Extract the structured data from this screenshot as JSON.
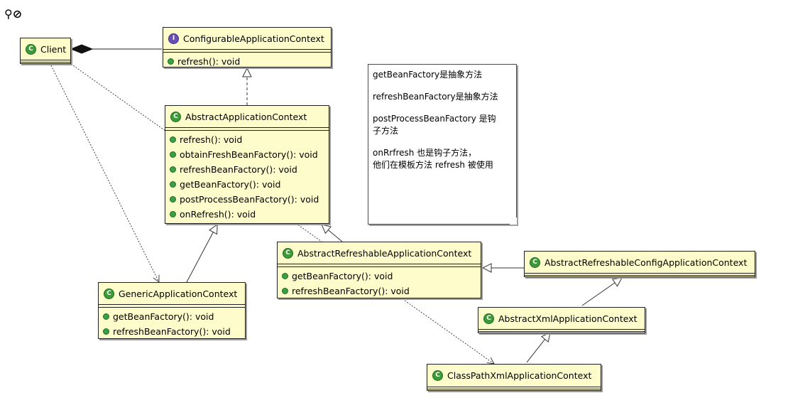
{
  "tools": {
    "pointer_glyph": "⚲",
    "no_glyph": "⊘"
  },
  "classes": {
    "client": {
      "name": "Client"
    },
    "configurable": {
      "name": "ConfigurableApplicationContext",
      "methods": [
        "refresh(): void"
      ]
    },
    "abstract_app": {
      "name": "AbstractApplicationContext",
      "methods": [
        "refresh(): void",
        "obtainFreshBeanFactory(): void",
        "refreshBeanFactory(): void",
        "getBeanFactory(): void",
        "postProcessBeanFactory(): void",
        "onRefresh(): void"
      ]
    },
    "generic": {
      "name": "GenericApplicationContext",
      "methods": [
        "getBeanFactory(): void",
        "refreshBeanFactory(): void"
      ]
    },
    "refreshable": {
      "name": "AbstractRefreshableApplicationContext",
      "methods": [
        "getBeanFactory(): void",
        "refreshBeanFactory(): void"
      ]
    },
    "refreshable_config": {
      "name": "AbstractRefreshableConfigApplicationContext"
    },
    "xml": {
      "name": "AbstractXmlApplicationContext"
    },
    "classpath": {
      "name": "ClassPathXmlApplicationContext"
    }
  },
  "note": {
    "lines": [
      "getBeanFactory是抽象方法",
      "refreshBeanFactory是抽象方法",
      "postProcessBeanFactory 是钩\n子方法",
      "onRrfresh 也是钩子方法，\n他们在模板方法 refresh 被使用"
    ]
  },
  "colors": {
    "class_fill": "#fffccc",
    "class_icon": "#3c9a38",
    "interface_icon": "#6a4fb5",
    "method_dot": "#3aa046"
  }
}
